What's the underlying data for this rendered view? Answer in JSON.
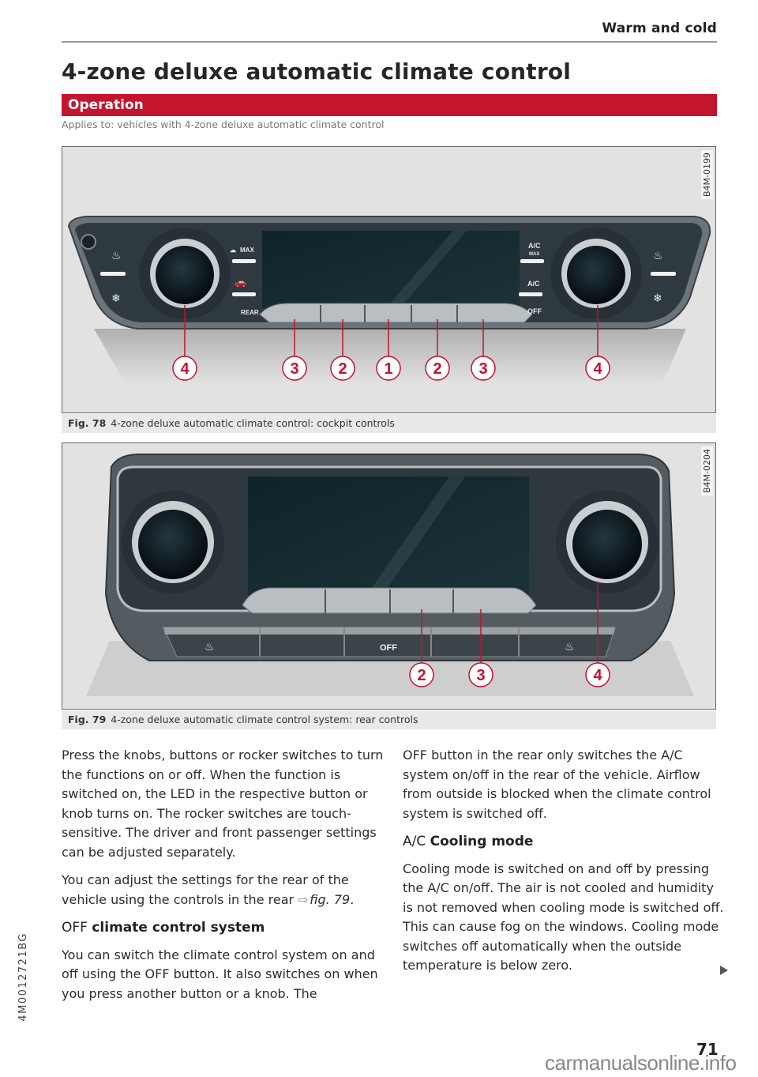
{
  "header": {
    "section": "Warm and cold"
  },
  "page": {
    "title": "4-zone deluxe automatic climate control",
    "section_bar": "Operation",
    "applies_to": "Applies to: vehicles with 4-zone deluxe automatic climate control"
  },
  "figures": [
    {
      "code": "B4M-0199",
      "caption_label": "Fig. 78",
      "caption_text": "4-zone deluxe automatic climate control: cockpit controls",
      "callouts": [
        "4",
        "3",
        "2",
        "1",
        "2",
        "3",
        "4"
      ],
      "button_labels": {
        "defrost_max": "MAX",
        "rear_defrost": "REAR",
        "ac_max_top": "A/C",
        "ac_max_bottom": "MAX",
        "ac": "A/C",
        "off": "OFF"
      }
    },
    {
      "code": "B4M-0204",
      "caption_label": "Fig. 79",
      "caption_text": "4-zone deluxe automatic climate control system: rear controls",
      "callouts": [
        "2",
        "3",
        "4"
      ],
      "button_labels": {
        "off": "OFF"
      }
    }
  ],
  "body": {
    "left": {
      "p1": "Press the knobs, buttons or rocker switches to turn the functions on or off. When the function is switched on, the LED in the respective button or knob turns on. The rocker switches are touch-sensitive. The driver and front passenger settings can be adjusted separately.",
      "p2_text": "You can adjust the settings for the rear of the vehicle using the controls in the rear ",
      "p2_arrow": "⇨",
      "p2_ref": "fig. 79",
      "p2_end": ".",
      "h_off_prefix": "OFF",
      "h_off_bold": "climate control system",
      "p3": "You can switch the climate control system on and off using the OFF button. It also switches on when you press another button or a knob. The"
    },
    "right": {
      "p1": "OFF button in the rear only switches the A/C system on/off in the rear of the vehicle. Airflow from outside is blocked when the climate control system is switched off.",
      "h_ac_prefix": "A/C",
      "h_ac_bold": "Cooling mode",
      "p2": "Cooling mode is switched on and off by pressing the A/C on/off. The air is not cooled and humidity is not removed when cooling mode is switched off. This can cause fog on the windows. Cooling mode switches off automatically when the outside temperature is below zero."
    }
  },
  "footer": {
    "doc_code": "4M0012721BG",
    "page_number": "71",
    "watermark": "carmanualsonline.info"
  },
  "colors": {
    "accent_red": "#c4152f",
    "callout_red": "#c8102e"
  }
}
